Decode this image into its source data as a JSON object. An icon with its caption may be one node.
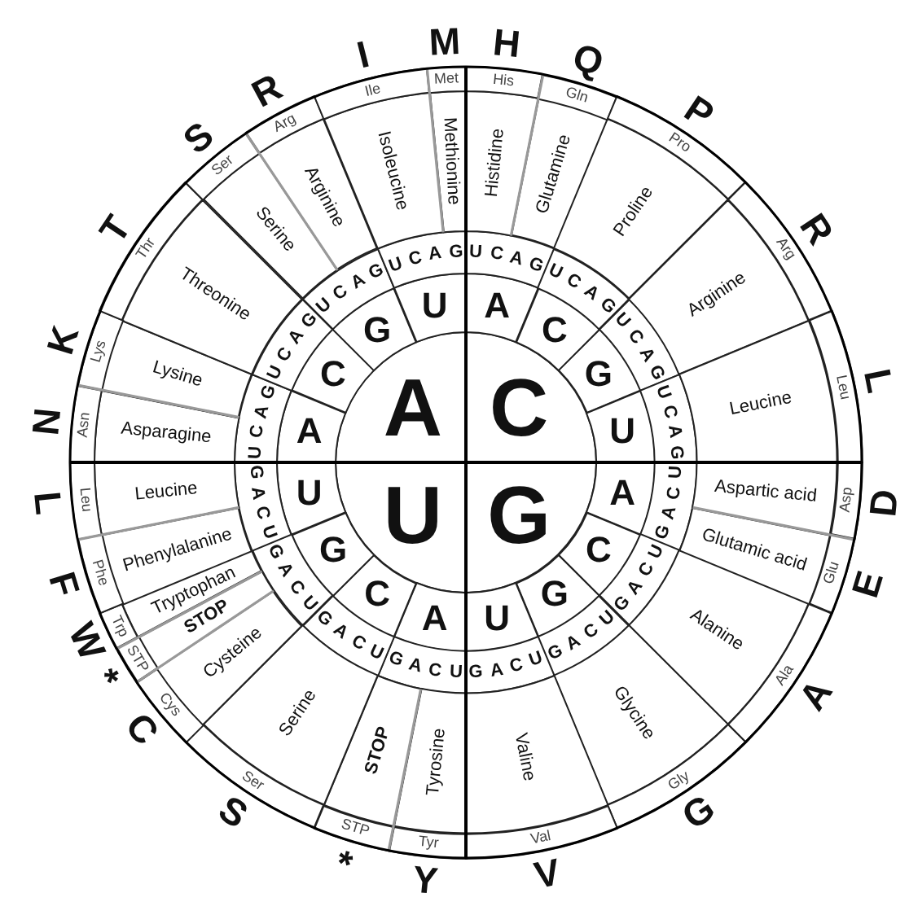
{
  "diagram": {
    "nodes": [
      {
        "text": [
          "A"
        ]
      },
      {
        "text": [
          "C"
        ]
      },
      {
        "text": [
          "U"
        ]
      },
      {
        "text": [
          "G"
        ]
      },
      {
        "text": [
          "A"
        ]
      },
      {
        "text": [
          "C"
        ]
      },
      {
        "text": [
          "G"
        ]
      },
      {
        "text": [
          "U"
        ]
      },
      {
        "text": [
          "A"
        ]
      },
      {
        "text": [
          "C"
        ]
      },
      {
        "text": [
          "G"
        ]
      },
      {
        "text": [
          "U"
        ]
      },
      {
        "text": [
          "A"
        ]
      },
      {
        "text": [
          "C"
        ]
      },
      {
        "text": [
          "G"
        ]
      },
      {
        "text": [
          "U"
        ]
      },
      {
        "text": [
          "A"
        ]
      },
      {
        "text": [
          "C"
        ]
      },
      {
        "text": [
          "G"
        ]
      },
      {
        "text": [
          "U"
        ]
      },
      {
        "text": [
          "U",
          "C",
          "A",
          "G"
        ]
      },
      {
        "text": [
          "U",
          "C",
          "A",
          "G"
        ]
      },
      {
        "text": [
          "U",
          "C",
          "A",
          "G"
        ]
      },
      {
        "text": [
          "U",
          "C",
          "A",
          "G"
        ]
      },
      {
        "text": [
          "U",
          "C",
          "A",
          "G"
        ]
      },
      {
        "text": [
          "U",
          "C",
          "A",
          "G"
        ]
      },
      {
        "text": [
          "U",
          "C",
          "A",
          "G"
        ]
      },
      {
        "text": [
          "U",
          "C",
          "A",
          "G"
        ]
      },
      {
        "text": [
          "U",
          "C",
          "A",
          "G"
        ]
      },
      {
        "text": [
          "U",
          "C",
          "A",
          "G"
        ]
      },
      {
        "text": [
          "U",
          "C",
          "A",
          "G"
        ]
      },
      {
        "text": [
          "U",
          "C",
          "A",
          "G"
        ]
      },
      {
        "text": [
          "U",
          "C",
          "A",
          "G"
        ]
      },
      {
        "text": [
          "U",
          "C",
          "A",
          "G"
        ]
      },
      {
        "text": [
          "U",
          "C",
          "A",
          "G"
        ]
      },
      {
        "text": [
          "U",
          "C",
          "A",
          "G"
        ]
      },
      {
        "text": [
          "Histidine"
        ]
      },
      {
        "text": [
          "Glutamine"
        ]
      },
      {
        "text": [
          "Proline"
        ]
      },
      {
        "text": [
          "Arginine"
        ]
      },
      {
        "text": [
          "Leucine"
        ]
      },
      {
        "text": [
          "Aspartic acid"
        ]
      },
      {
        "text": [
          "Glutamic acid"
        ]
      },
      {
        "text": [
          "Alanine"
        ]
      },
      {
        "text": [
          "Glycine"
        ]
      },
      {
        "text": [
          "Valine"
        ]
      },
      {
        "text": [
          "Tyrosine"
        ]
      },
      {
        "text": [
          "STOP"
        ]
      },
      {
        "text": [
          "Serine"
        ]
      },
      {
        "text": [
          "Cysteine"
        ]
      },
      {
        "text": [
          "STOP"
        ]
      },
      {
        "text": [
          "Tryptophan"
        ]
      },
      {
        "text": [
          "Phenylalanine"
        ]
      },
      {
        "text": [
          "Leucine"
        ]
      },
      {
        "text": [
          "Asparagine"
        ]
      },
      {
        "text": [
          "Lysine"
        ]
      },
      {
        "text": [
          "Threonine"
        ]
      },
      {
        "text": [
          "Serine"
        ]
      },
      {
        "text": [
          "Arginine"
        ]
      },
      {
        "text": [
          "Isoleucine"
        ]
      },
      {
        "text": [
          "Methionine"
        ]
      },
      {
        "text": [
          "His"
        ]
      },
      {
        "text": [
          "Gln"
        ]
      },
      {
        "text": [
          "Pro"
        ]
      },
      {
        "text": [
          "Arg"
        ]
      },
      {
        "text": [
          "Leu"
        ]
      },
      {
        "text": [
          "Asp"
        ]
      },
      {
        "text": [
          "Glu"
        ]
      },
      {
        "text": [
          "Ala"
        ]
      },
      {
        "text": [
          "Gly"
        ]
      },
      {
        "text": [
          "Val"
        ]
      },
      {
        "text": [
          "Tyr"
        ]
      },
      {
        "text": [
          "STP"
        ]
      },
      {
        "text": [
          "Ser"
        ]
      },
      {
        "text": [
          "Cys"
        ]
      },
      {
        "text": [
          "STP"
        ]
      },
      {
        "text": [
          "Trp"
        ]
      },
      {
        "text": [
          "Phe"
        ]
      },
      {
        "text": [
          "Leu"
        ]
      },
      {
        "text": [
          "Asn"
        ]
      },
      {
        "text": [
          "Lys"
        ]
      },
      {
        "text": [
          "Thr"
        ]
      },
      {
        "text": [
          "Ser"
        ]
      },
      {
        "text": [
          "Arg"
        ]
      },
      {
        "text": [
          "Ile"
        ]
      },
      {
        "text": [
          "Met"
        ]
      }
    ],
    "labels": [
      "H",
      "Q",
      "P",
      "R",
      "L",
      "D",
      "E",
      "A",
      "G",
      "V",
      "Y",
      "*",
      "S",
      "C",
      "*",
      "W",
      "F",
      "L",
      "N",
      "K",
      "T",
      "S",
      "R",
      "I",
      "M"
    ]
  }
}
